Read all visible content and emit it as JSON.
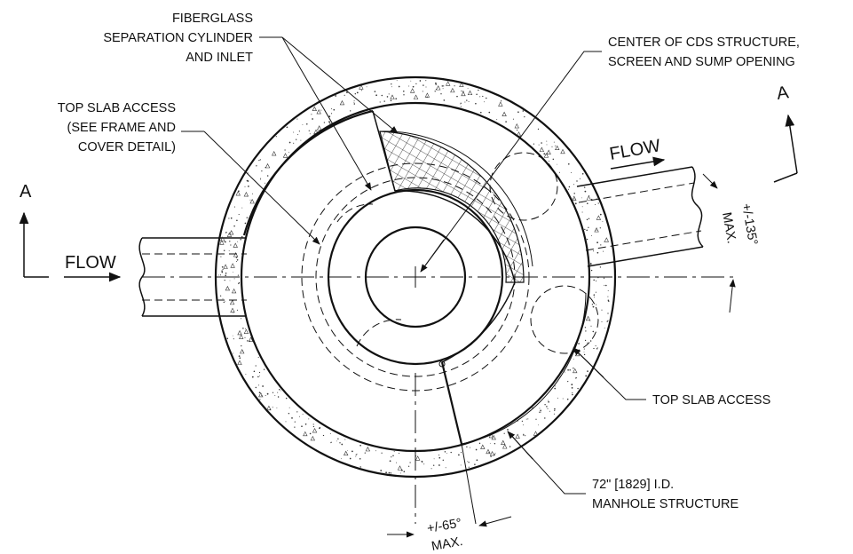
{
  "labels": {
    "fiberglass_1": "FIBERGLASS",
    "fiberglass_2": "SEPARATION CYLINDER",
    "fiberglass_3": "AND INLET",
    "center_1": "CENTER OF CDS STRUCTURE,",
    "center_2": "SCREEN AND SUMP OPENING",
    "topslab_left_1": "TOP SLAB ACCESS",
    "topslab_left_2": "(SEE FRAME AND",
    "topslab_left_3": "COVER DETAIL)",
    "topslab_right": "TOP SLAB ACCESS",
    "manhole_1": "72\" [1829] I.D.",
    "manhole_2": "MANHOLE STRUCTURE",
    "flow_left": "FLOW",
    "flow_right": "FLOW",
    "section_left": "A",
    "section_right": "A",
    "angle_top_1": "+/-135°",
    "angle_top_2": "MAX.",
    "angle_bottom_1": "+/-65°",
    "angle_bottom_2": "MAX."
  },
  "colors": {
    "line": "#111111",
    "background": "#ffffff"
  }
}
